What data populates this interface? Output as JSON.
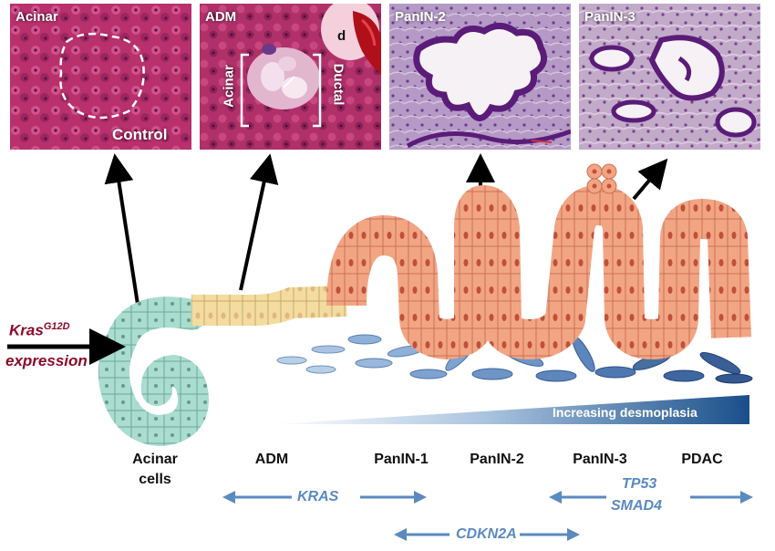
{
  "panels": [
    {
      "label": "Acinar",
      "sublabel": "Control"
    },
    {
      "label": "ADM",
      "acinar_label": "Acinar",
      "ductal_label": "Ductal",
      "marker": "d"
    },
    {
      "label": "PanIN-2"
    },
    {
      "label": "PanIN-3"
    }
  ],
  "kras": {
    "base": "Kras",
    "superscript": "G12D",
    "line2": "expression"
  },
  "desmoplasia_label": "Increasing desmoplasia",
  "stages": {
    "acinar_line1": "Acinar",
    "acinar_line2": "cells",
    "adm": "ADM",
    "panin1": "PanIN-1",
    "panin2": "PanIN-2",
    "panin3": "PanIN-3",
    "pdac": "PDAC"
  },
  "genes": {
    "kras": "KRAS",
    "tp53": "TP53",
    "smad4": "SMAD4",
    "cdkn2a": "CDKN2A"
  },
  "colors": {
    "panel_pink": "#c8387a",
    "panel_purple": "#7a3aa0",
    "acinar_cell": "#a8ddd0",
    "adm_cell": "#f3dca0",
    "panin_cell": "#f2a583",
    "nucleus": "#c0503a",
    "arrow_blue": "#5a8ac0",
    "kras_red": "#8b0a2a",
    "wedge_dark": "#1a4f8a"
  }
}
